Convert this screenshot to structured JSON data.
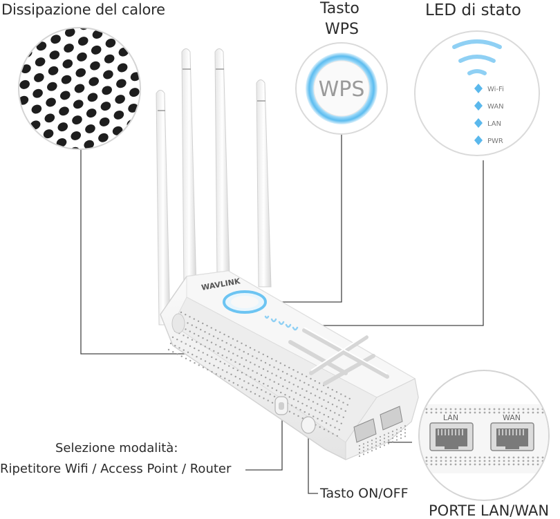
{
  "labels": {
    "heat": "Dissipazione del calore",
    "wps_line1": "Tasto",
    "wps_line2": "WPS",
    "led": "LED di stato",
    "mode_line1": "Selezione modalità:",
    "mode_line2": "Ripetitore Wifi / Access Point / Router",
    "onoff": "Tasto ON/OFF",
    "ports": "PORTE LAN/WAN"
  },
  "wps_button_text": "WPS",
  "brand": "WAVLINK",
  "led_items": [
    "Wi-Fi",
    "WAN",
    "LAN",
    "PWR"
  ],
  "port_labels": [
    "LAN",
    "WAN"
  ],
  "colors": {
    "led_blue": "#5ab8ec",
    "wps_ring": "#6cc4f2",
    "outline": "#cfcfcf",
    "leader": "#444444"
  }
}
